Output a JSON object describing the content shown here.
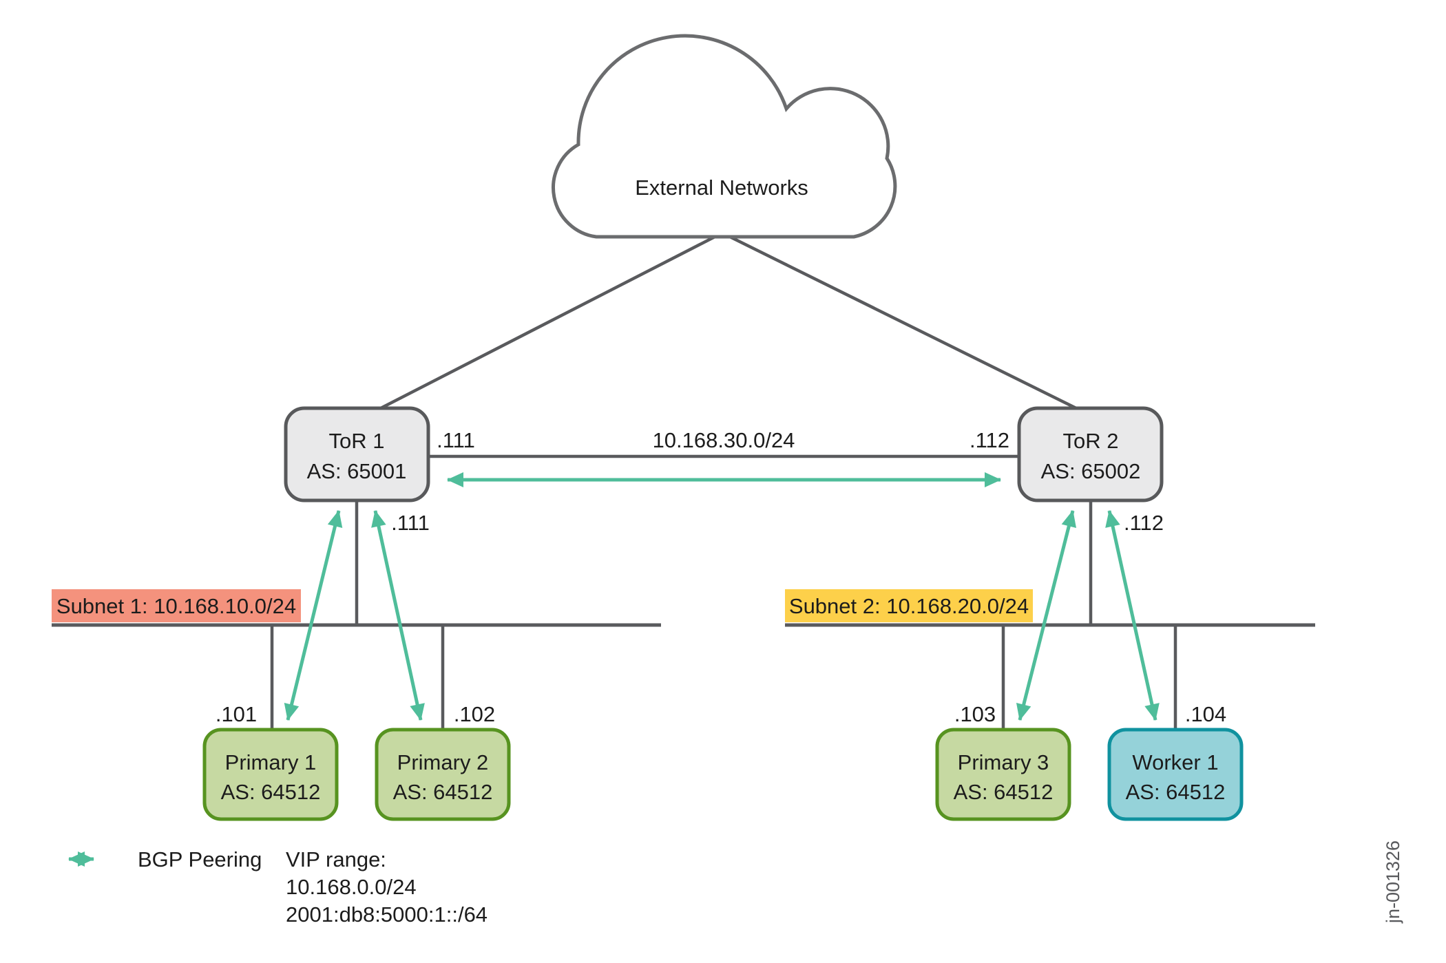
{
  "diagram": {
    "cloud_label": "External Networks",
    "tor1": {
      "name": "ToR 1",
      "as": "AS: 65001",
      "port_link": ".111",
      "port_subnet": ".111"
    },
    "tor2": {
      "name": "ToR 2",
      "as": "AS: 65002",
      "port_link": ".112",
      "port_subnet": ".112"
    },
    "inter_tor_link": {
      "subnet": "10.168.30.0/24"
    },
    "subnet1": {
      "label": "Subnet 1: 10.168.10.0/24",
      "color": "#f4927d"
    },
    "subnet2": {
      "label": "Subnet 2: 10.168.20.0/24",
      "color": "#fdd04a"
    },
    "hosts": [
      {
        "name": "Primary 1",
        "as": "AS: 64512",
        "ip": ".101",
        "type": "primary"
      },
      {
        "name": "Primary 2",
        "as": "AS: 64512",
        "ip": ".102",
        "type": "primary"
      },
      {
        "name": "Primary 3",
        "as": "AS: 64512",
        "ip": ".103",
        "type": "primary"
      },
      {
        "name": "Worker 1",
        "as": "AS: 64512",
        "ip": ".104",
        "type": "worker"
      }
    ],
    "legend": {
      "bgp_label": "BGP Peering",
      "vip_title": "VIP range:",
      "vip_ipv4": "10.168.0.0/24",
      "vip_ipv6": "2001:db8:5000:1::/64"
    },
    "figure_id": "jn-001326",
    "colors": {
      "line_gray": "#595a5d",
      "bgp_green": "#4fbd9a",
      "tor_fill": "#e9e9ea",
      "primary_fill": "#c6d9a2",
      "primary_border": "#579320",
      "worker_fill": "#95d2d9",
      "worker_border": "#10929f",
      "subnet1_highlight": "#f4927d",
      "subnet2_highlight": "#fdd04a"
    }
  }
}
